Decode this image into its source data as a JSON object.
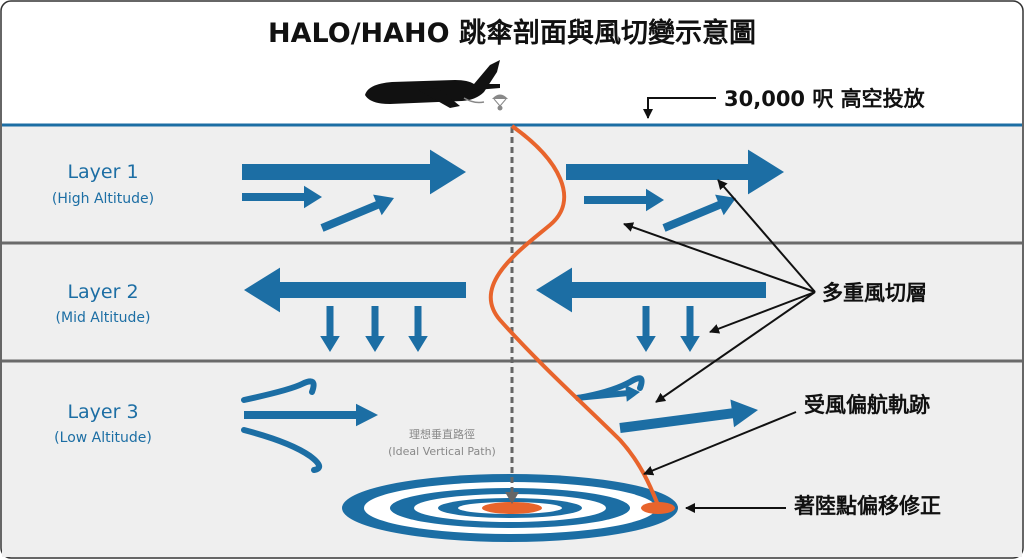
{
  "title": "HALO/HAHO 跳傘剖面與風切變示意圖",
  "drop_label": "30,000 呎 高空投放",
  "layers": [
    {
      "name": "Layer 1",
      "sub": "(High Altitude)"
    },
    {
      "name": "Layer 2",
      "sub": "(Mid Altitude)"
    },
    {
      "name": "Layer 3",
      "sub": "(Low Altitude)"
    }
  ],
  "ideal_path": {
    "zh": "理想垂直路徑",
    "en": "(Ideal Vertical Path)"
  },
  "callouts": {
    "shear": "多重風切層",
    "drift": "受風偏航軌跡",
    "offset": "著陸點偏移修正"
  },
  "colors": {
    "wind_arrow": "#1c6ea4",
    "trajectory": "#e8642c",
    "band": "#efefef",
    "band_line": "#6a6a6a",
    "top_line": "#1c6ea4"
  }
}
